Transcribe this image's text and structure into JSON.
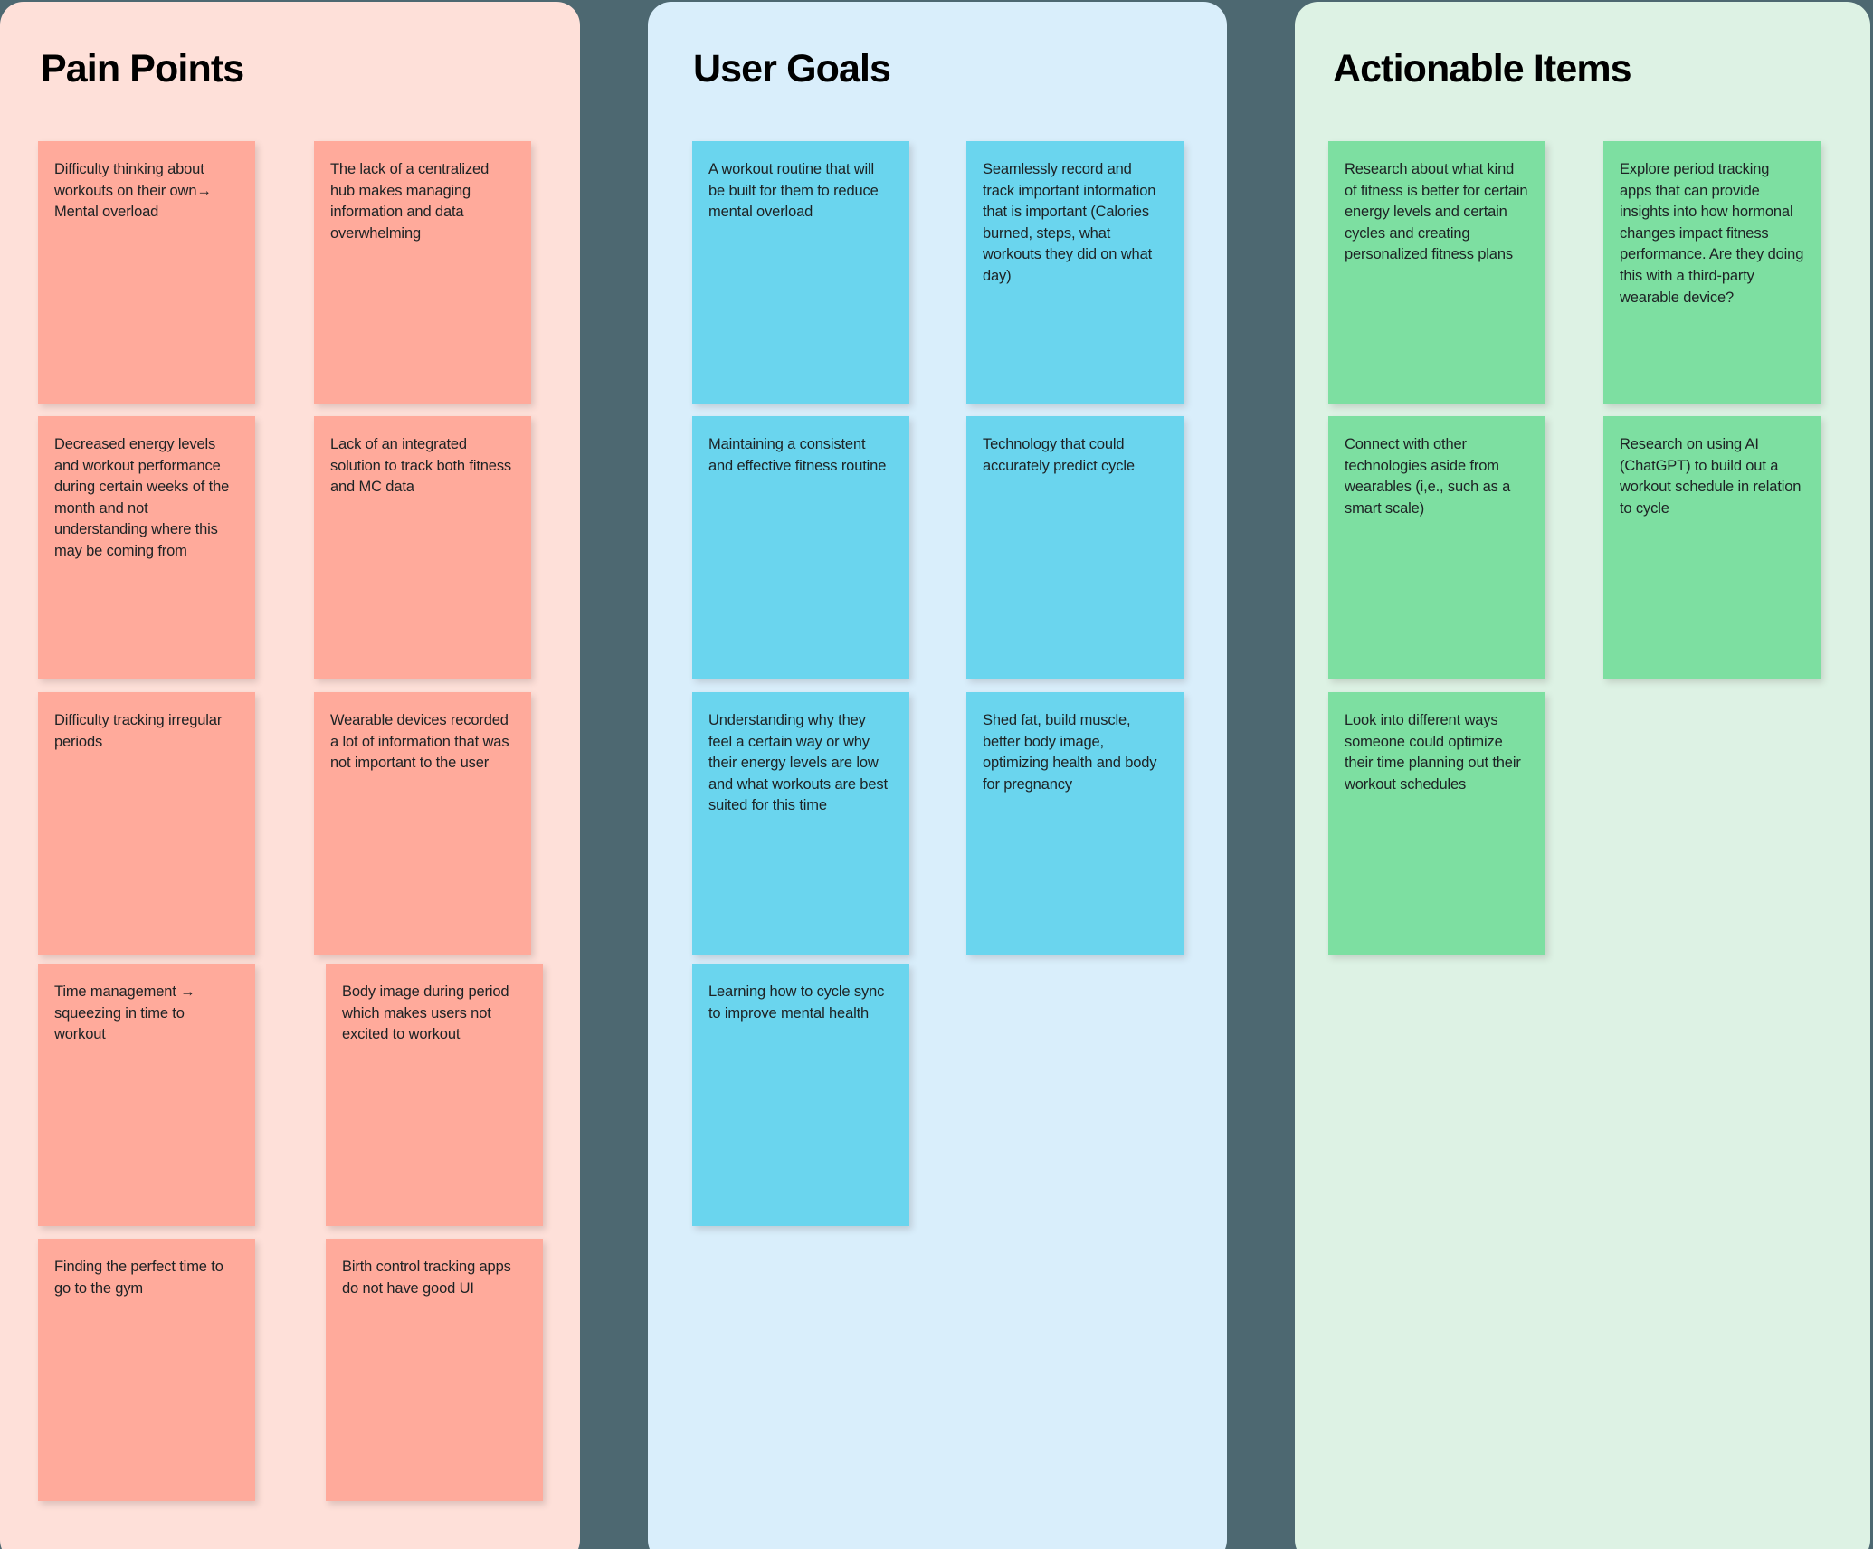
{
  "board": {
    "background_color": "#4d6871"
  },
  "columns": [
    {
      "id": "pain-points",
      "title": "Pain Points",
      "panel_color": "#fee0d9",
      "card_color": "#ffaa9b",
      "cards": [
        {
          "text": "Difficulty thinking about workouts on their own→ Mental overload"
        },
        {
          "text": "The lack of a centralized hub makes managing information and data overwhelming"
        },
        {
          "text": "Decreased energy levels and workout performance during certain weeks of the month and not understanding where this may be coming from"
        },
        {
          "text": "Lack of an integrated solution to track both fitness and MC data"
        },
        {
          "text": "Difficulty tracking irregular periods"
        },
        {
          "text": "Wearable devices recorded a lot of information that was not important to the user"
        },
        {
          "text": "Time management → squeezing in time to workout"
        },
        {
          "text": "Body image during period which makes users not excited to workout"
        },
        {
          "text": "Finding the perfect time to go to the gym"
        },
        {
          "text": "Birth control tracking apps do not have good UI"
        }
      ]
    },
    {
      "id": "user-goals",
      "title": "User Goals",
      "panel_color": "#d9eefb",
      "card_color": "#6ad5ee",
      "cards": [
        {
          "text": "A workout routine that will be built for them to reduce mental overload"
        },
        {
          "text": "Seamlessly record and track important information that is important (Calories burned, steps, what workouts they did on what day)"
        },
        {
          "text": "Maintaining a consistent and effective fitness routine"
        },
        {
          "text": "Technology that could accurately predict cycle"
        },
        {
          "text": "Understanding why they feel a certain way or why their energy levels are low and what workouts are best suited for this time"
        },
        {
          "text": "Shed fat, build muscle, better body image, optimizing health and body for pregnancy"
        },
        {
          "text": "Learning how to cycle sync to improve mental health"
        }
      ]
    },
    {
      "id": "actionable-items",
      "title": "Actionable Items",
      "panel_color": "#ddf2e4",
      "card_color": "#7ddfa1",
      "cards": [
        {
          "text": "Research about what kind of fitness is better for certain energy levels and certain cycles and creating personalized fitness plans"
        },
        {
          "text": "Explore period tracking apps that can provide insights into how hormonal changes impact fitness performance. Are they doing this with a third-party wearable device?"
        },
        {
          "text": "Connect with other technologies aside from wearables (i,e., such as a smart scale)"
        },
        {
          "text": "Research on using AI (ChatGPT) to build out a workout schedule in relation to cycle"
        },
        {
          "text": "Look into different ways someone could optimize their time planning out their workout schedules"
        }
      ]
    }
  ]
}
